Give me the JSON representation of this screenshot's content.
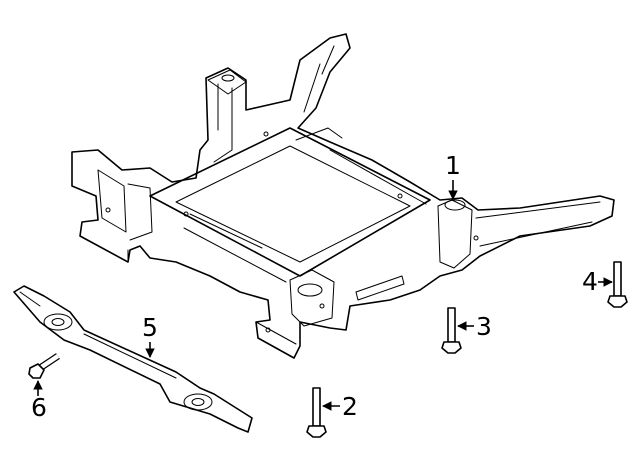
{
  "callouts": [
    {
      "number": "1",
      "part": "subframe"
    },
    {
      "number": "2",
      "part": "bolt"
    },
    {
      "number": "3",
      "part": "bolt"
    },
    {
      "number": "4",
      "part": "bolt"
    },
    {
      "number": "5",
      "part": "brace"
    },
    {
      "number": "6",
      "part": "bolt"
    }
  ]
}
